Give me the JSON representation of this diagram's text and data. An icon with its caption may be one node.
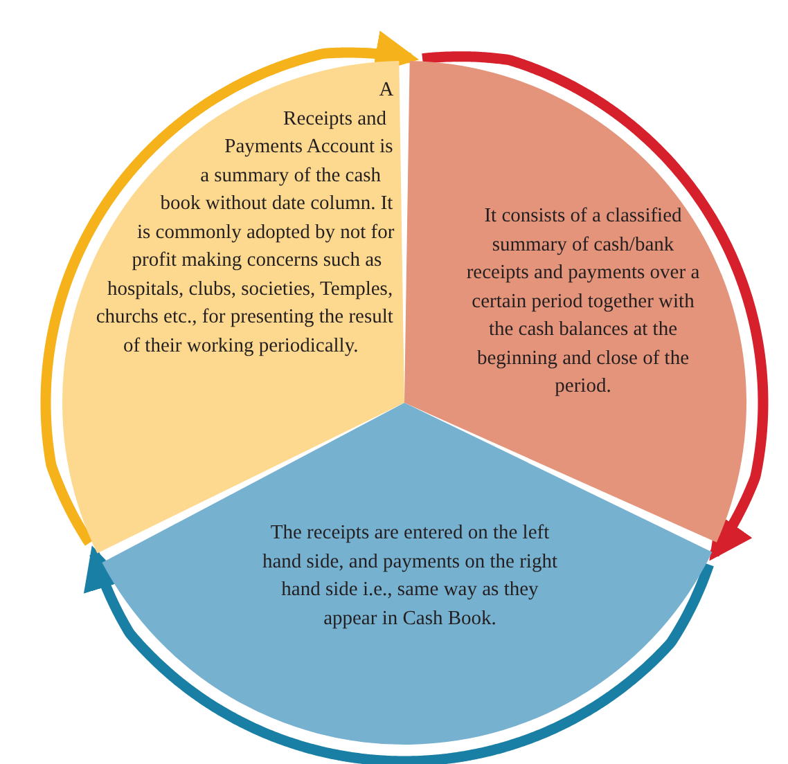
{
  "diagram": {
    "nodes": [
      {
        "text": [
          "A Receipts and Payments Account is a summary of the cash book without date column. It is commonly adopted by not for profit making concerns such as hospitals, clubs, societies, Temples, churchs etc., for presenting the result of their working periodically."
        ]
      },
      {
        "text": [
          "It consists of a classified summary of cash/bank receipts and payments over a certain period together with the cash balances at the beginning and close of the period."
        ]
      },
      {
        "text": [
          "The receipts are entered on the left hand side, and payments on the right hand side i.e., same way as they appear in Cash Book."
        ]
      }
    ],
    "edges": [
      {
        "from": 0,
        "to": 1,
        "arrow": "to",
        "color": "#f5b21a"
      },
      {
        "from": 1,
        "to": 2,
        "arrow": "to",
        "color": "#d6202b"
      },
      {
        "from": 2,
        "to": 0,
        "arrow": "to",
        "color": "#1a7fa5"
      }
    ]
  }
}
